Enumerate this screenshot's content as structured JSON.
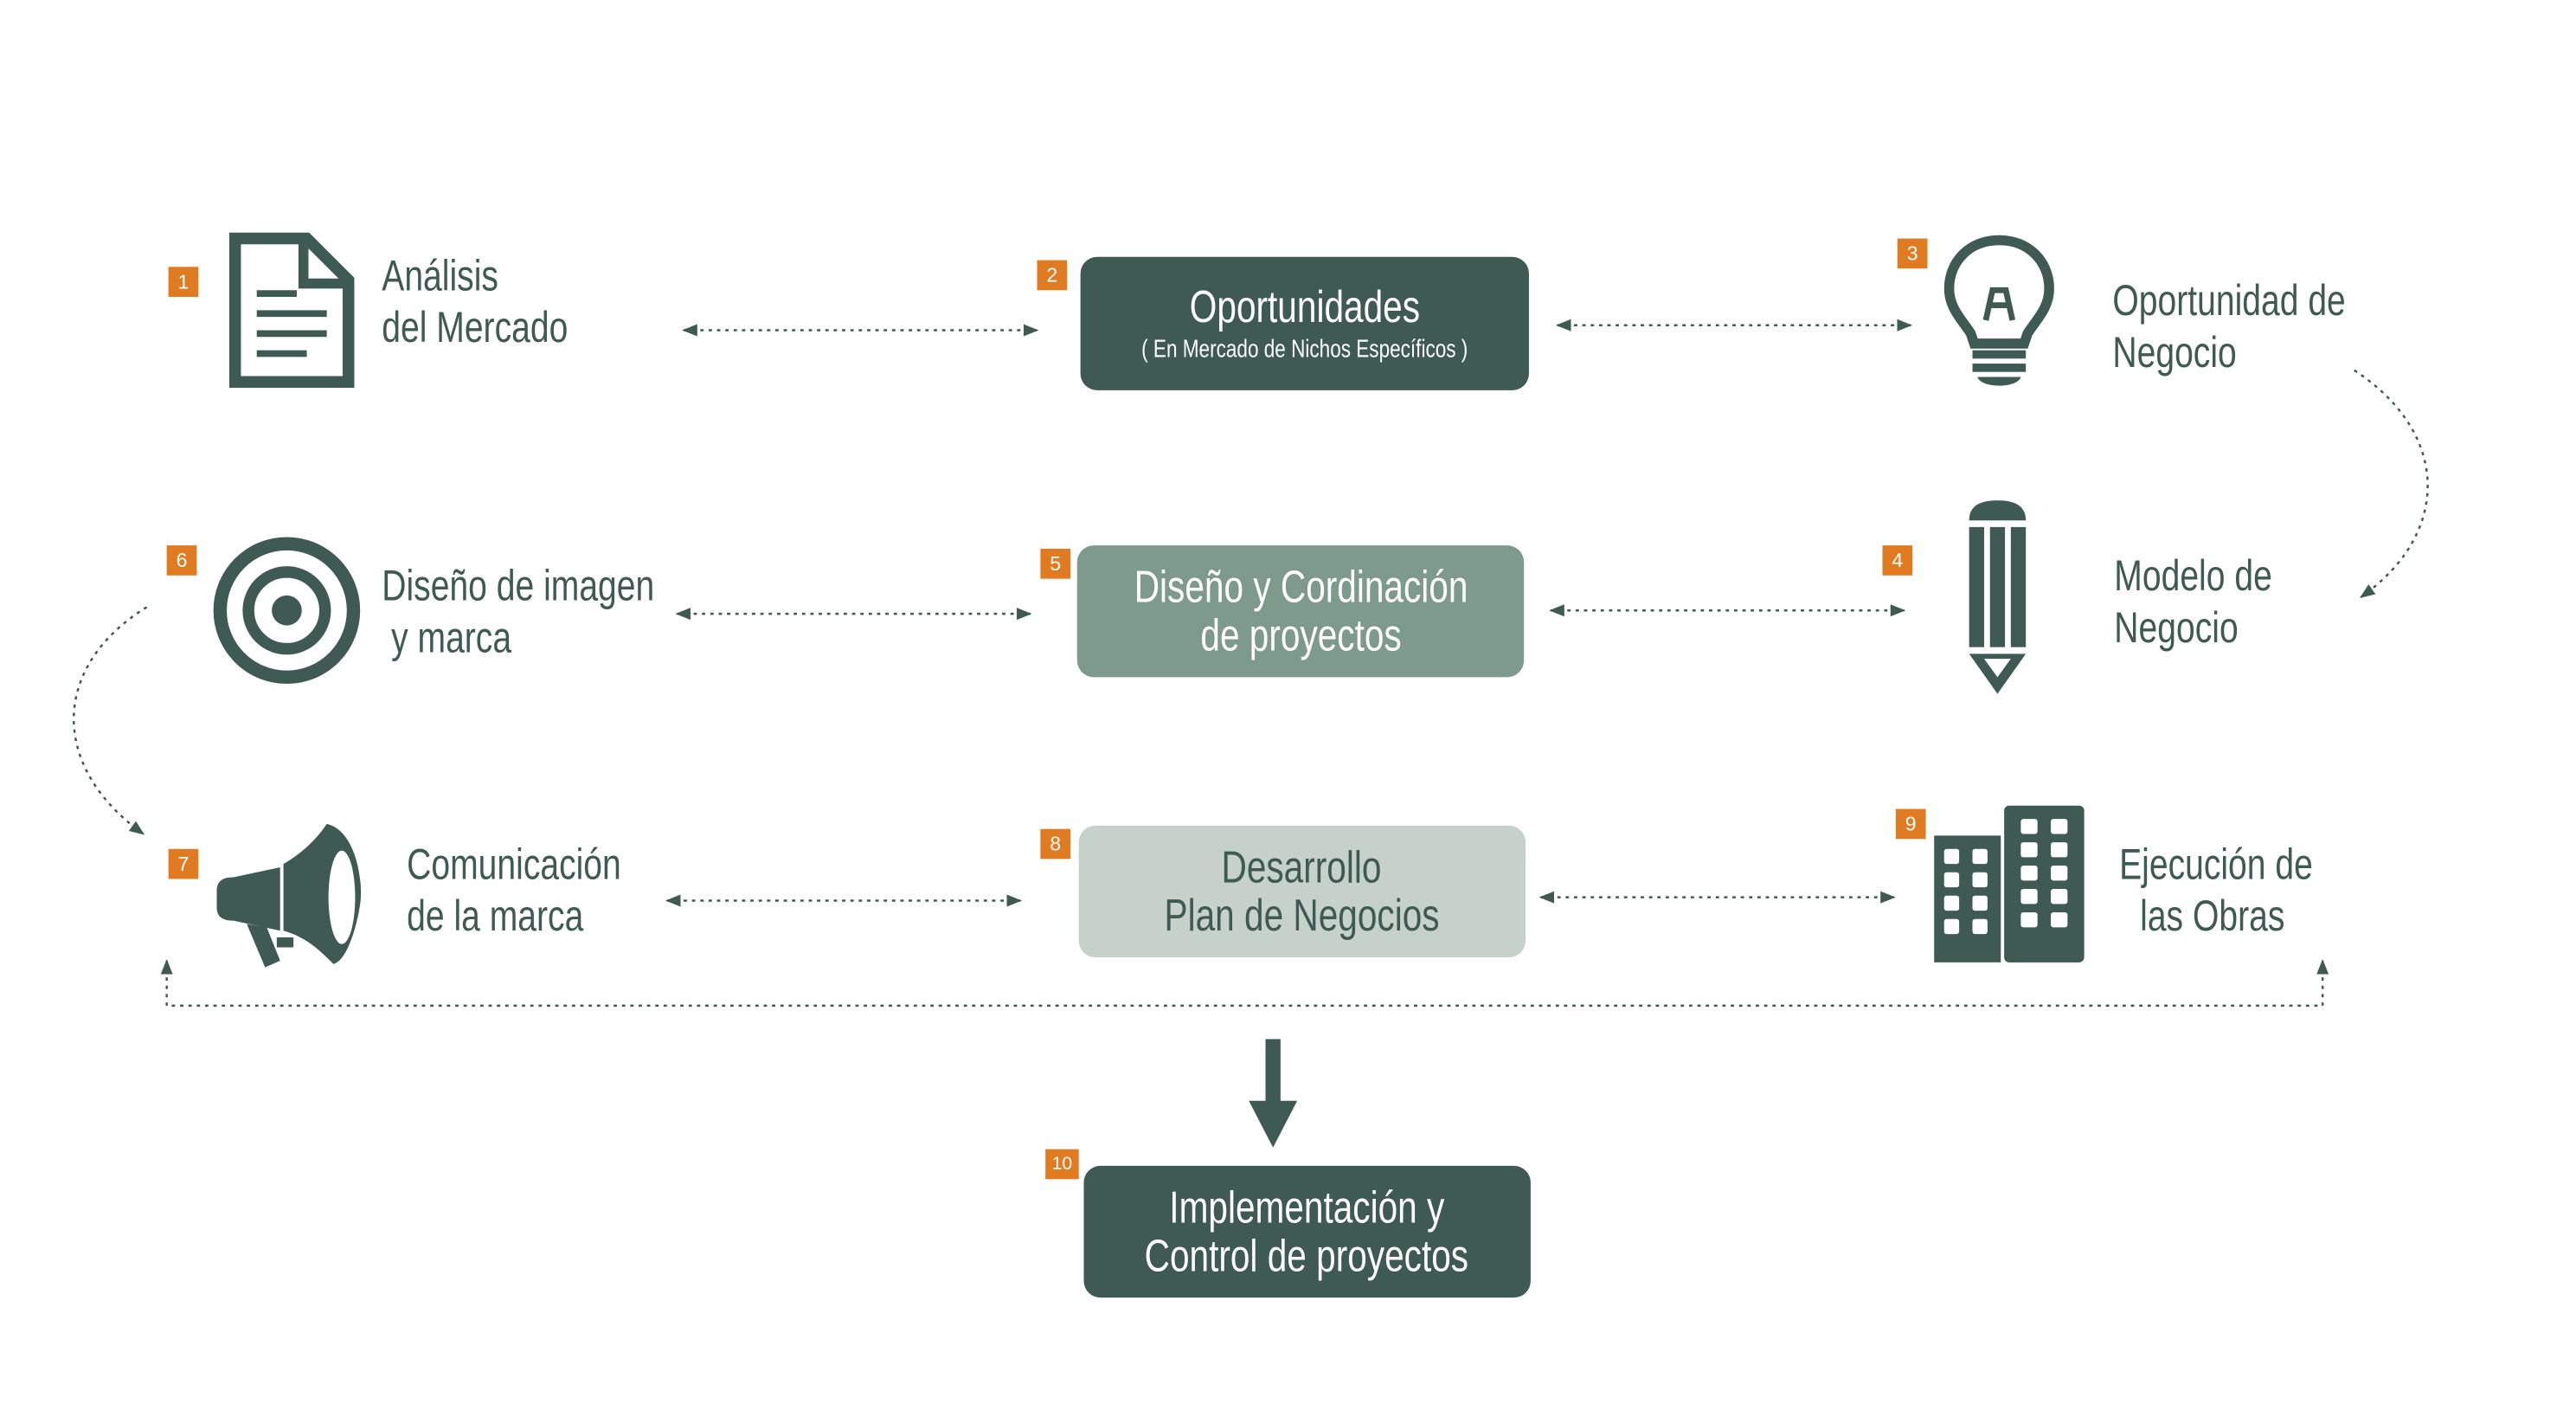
{
  "steps": [
    {
      "num": "1",
      "lines": [
        "Análisis",
        "del Mercado"
      ],
      "icon": "document-icon"
    },
    {
      "num": "2",
      "title": "Oportunidades",
      "subtitle": "( En Mercado de Nichos Específicos )"
    },
    {
      "num": "3",
      "lines": [
        "Oportunidad de",
        "Negocio"
      ],
      "icon": "lightbulb-icon"
    },
    {
      "num": "4",
      "lines": [
        "Modelo de",
        "Negocio"
      ],
      "icon": "pencil-icon"
    },
    {
      "num": "5",
      "lines": [
        "Diseño y Cordinación",
        "de proyectos"
      ]
    },
    {
      "num": "6",
      "lines": [
        "Diseño de imagen",
        " y marca"
      ],
      "icon": "target-icon"
    },
    {
      "num": "7",
      "lines": [
        "Comunicación",
        "de la marca"
      ],
      "icon": "megaphone-icon"
    },
    {
      "num": "8",
      "lines": [
        "Desarrollo",
        "Plan de Negocios"
      ]
    },
    {
      "num": "9",
      "lines": [
        "Ejecución de",
        "las Obras"
      ],
      "icon": "buildings-icon"
    },
    {
      "num": "10",
      "lines": [
        "Implementación y",
        "Control de proyectos"
      ]
    }
  ],
  "colors": {
    "dark": "#3f5a52",
    "mid": "#7d9a8d",
    "light": "#c6d1cb",
    "badge": "#e07b22"
  }
}
